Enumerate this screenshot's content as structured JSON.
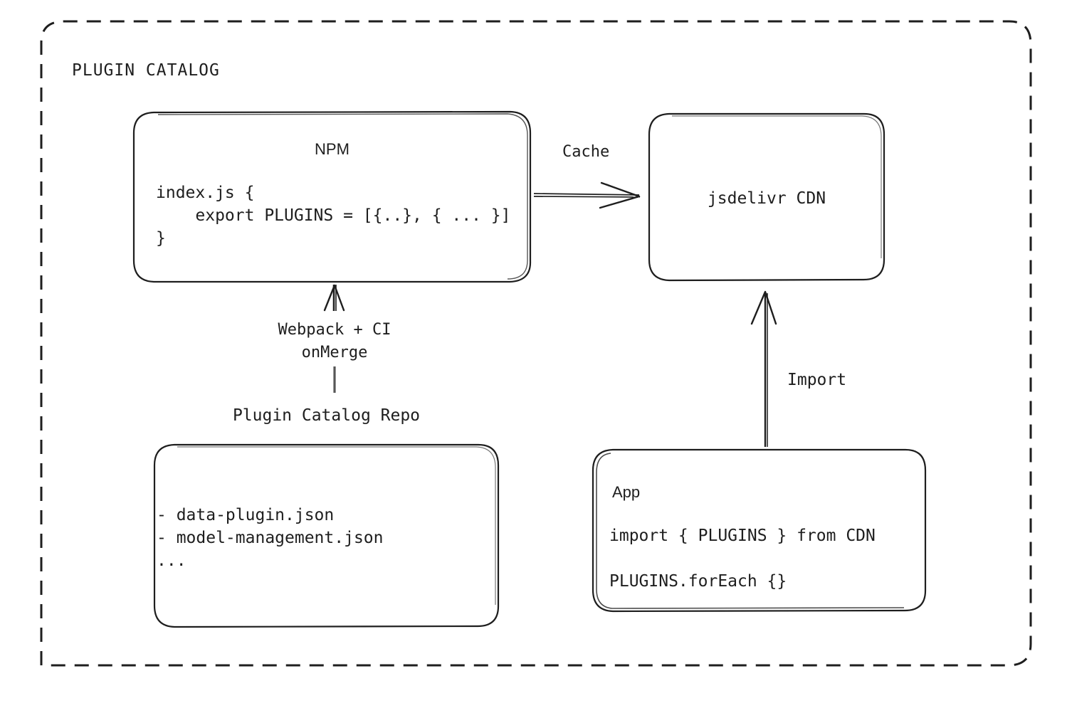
{
  "diagram": {
    "type": "architecture-flow",
    "title": "PLUGIN CATALOG",
    "style": "hand-drawn",
    "colors": {
      "stroke": "#1e1e1e",
      "background": "#ffffff",
      "text": "#1e1e1e"
    }
  },
  "container": {
    "label": "PLUGIN CATALOG",
    "border": "dashed"
  },
  "nodes": {
    "npm": {
      "title": "NPM",
      "code": "index.js {\n    export PLUGINS = [{..}, { ... }]\n}"
    },
    "cdn": {
      "title": "jsdelivr CDN"
    },
    "repo": {
      "title": "Plugin Catalog Repo",
      "files": "- data-plugin.json\n- model-management.json\n..."
    },
    "app": {
      "title": "App",
      "code_line_1": "import { PLUGINS } from CDN",
      "code_line_2": "PLUGINS.forEach {}"
    }
  },
  "edges": {
    "cache": {
      "label": "Cache",
      "from": "npm",
      "to": "cdn",
      "direction": "right"
    },
    "build": {
      "label": "Webpack + CI\nonMerge",
      "from": "repo",
      "to": "npm",
      "direction": "up"
    },
    "import": {
      "label": "Import",
      "from": "app",
      "to": "cdn",
      "direction": "up"
    }
  }
}
